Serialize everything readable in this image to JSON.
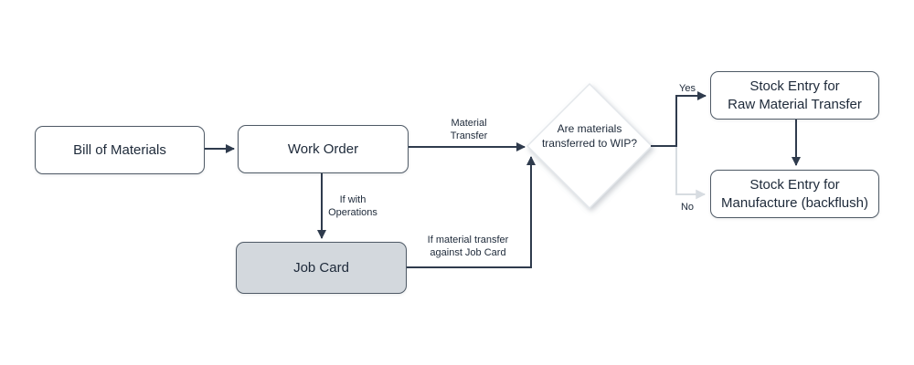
{
  "diagram": {
    "title": "Work Order material transfer flowchart",
    "background": "#ffffff"
  },
  "colors": {
    "edge_dark": "#2f3b4d",
    "edge_light": "#d7dce1",
    "node_border": "#4f5a66",
    "node_fill": "#ffffff",
    "job_card_fill": "#d3d8dd",
    "decision_border": "#e3e7eb",
    "text": "#1d2939"
  },
  "nodes": {
    "bill_of_materials": {
      "label": "Bill of Materials"
    },
    "work_order": {
      "label": "Work Order"
    },
    "job_card": {
      "label": "Job Card"
    },
    "decision": {
      "label": "Are materials\ntransferred to WIP?"
    },
    "stock_entry_raw": {
      "label": "Stock Entry for\nRaw Material Transfer"
    },
    "stock_entry_manufacture": {
      "label": "Stock Entry for\nManufacture (backflush)"
    }
  },
  "edge_labels": {
    "material_transfer": "Material\nTransfer",
    "if_with_operations": "If with\nOperations",
    "if_material_transfer_job_card": "If material transfer\nagainst Job Card",
    "yes": "Yes",
    "no": "No"
  }
}
